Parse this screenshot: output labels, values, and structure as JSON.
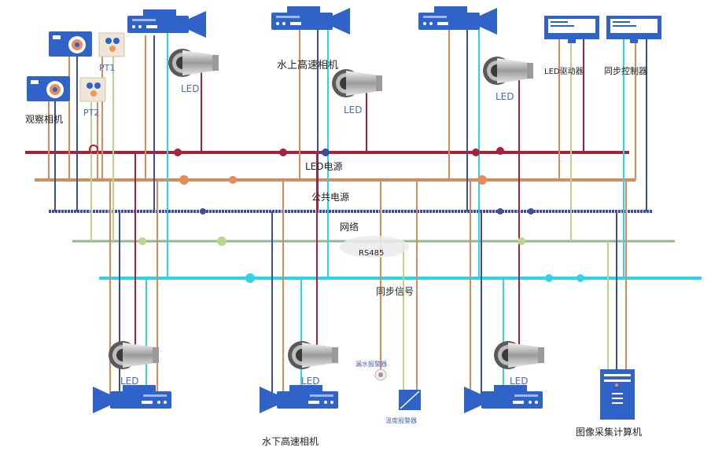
{
  "buses": {
    "led_power": "LED电源",
    "public_power": "公共电源",
    "network": "网络",
    "rs485": "RS485",
    "sync_signal": "同步信号"
  },
  "devices": {
    "observe_camera": "观察相机",
    "pt1": "PT1",
    "pt2": "PT2",
    "led": "LED",
    "above_water_camera": "水上高速相机",
    "led_driver": "LED驱动器",
    "sync_controller": "同步控制器",
    "leak_alarm": "漏水报警器",
    "temp_alarm": "温度报警器",
    "underwater_camera": "水下高速相机",
    "image_computer": "图像采集计算机"
  },
  "colors": {
    "led_power": "#a8233a",
    "public_power": "#d98a5a",
    "network": "#3a4fa0",
    "rs485": "#8fb98f",
    "sync": "#2fd3e6",
    "device_blue": "#2f63c8",
    "light_green": "#b9d78a"
  }
}
